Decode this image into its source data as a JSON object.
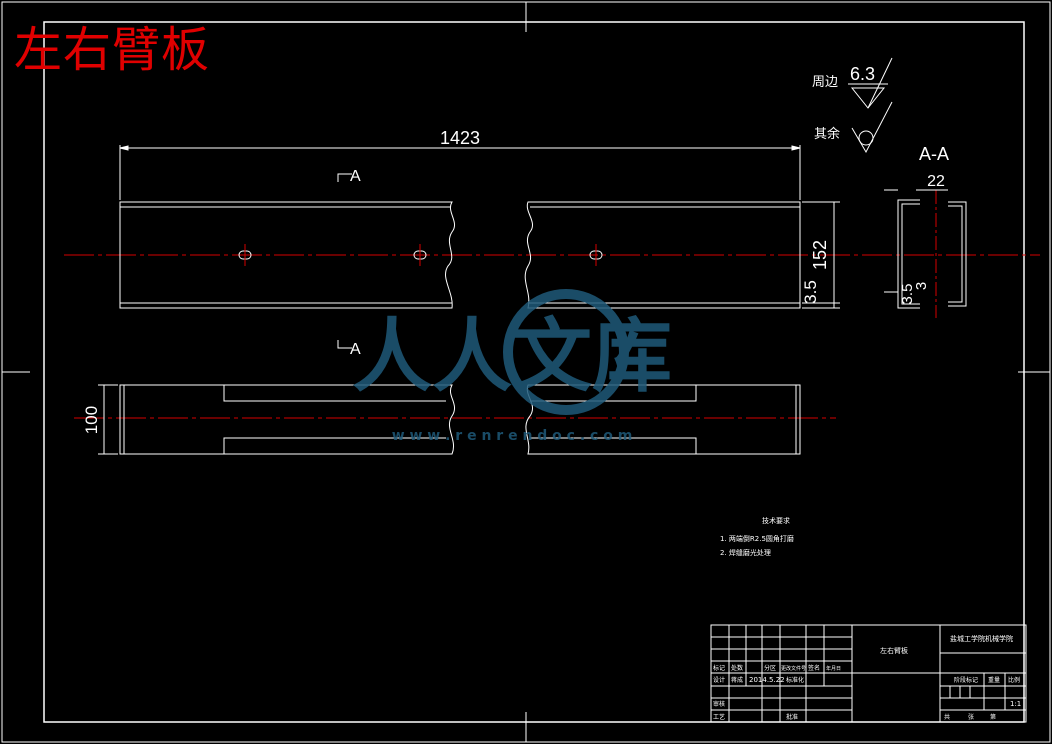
{
  "title": "左右臂板",
  "dimensions": {
    "length": "1423",
    "height": "152",
    "thickness": "3.5",
    "width": "100",
    "section_width": "22",
    "section_inner": "3.5",
    "section_edge": "3"
  },
  "section_marks": {
    "top": "A",
    "bottom": "A",
    "label": "A-A"
  },
  "roughness": {
    "label_1": "周边",
    "value_1": "6.3",
    "label_2": "其余"
  },
  "tech_requirements": {
    "heading": "技术要求",
    "line_1": "1. 两端倒R2.5圆角打磨",
    "line_2": "2. 焊缝磨光处理"
  },
  "title_block": {
    "part_name": "左右臂板",
    "school": "盐城工学院机械学院",
    "date": "2014.5.22",
    "scale": "1:1",
    "material_label": "阶段标记",
    "weight_label": "重量",
    "ratio_label": "比例",
    "design_label": "设计",
    "designer": "蒋成",
    "std_label": "标准化",
    "check_label": "审核",
    "craft_label": "工艺",
    "approve_label": "批准",
    "mark_label": "标记",
    "count_label": "处数",
    "zone_label": "分区",
    "doc_label": "更改文件号",
    "sign_label": "签名",
    "ymd_label": "年月日",
    "sheet_total": "共",
    "sheet_label": "张",
    "sheet_no": "第"
  },
  "watermark": {
    "name": "人人文库",
    "url": "w w w . r e n r e n d o c . c o m"
  },
  "colors": {
    "background": "#000000",
    "line": "#ffffff",
    "centerline": "#d40000",
    "title": "#e00000",
    "watermark": "#1f5a7a"
  }
}
